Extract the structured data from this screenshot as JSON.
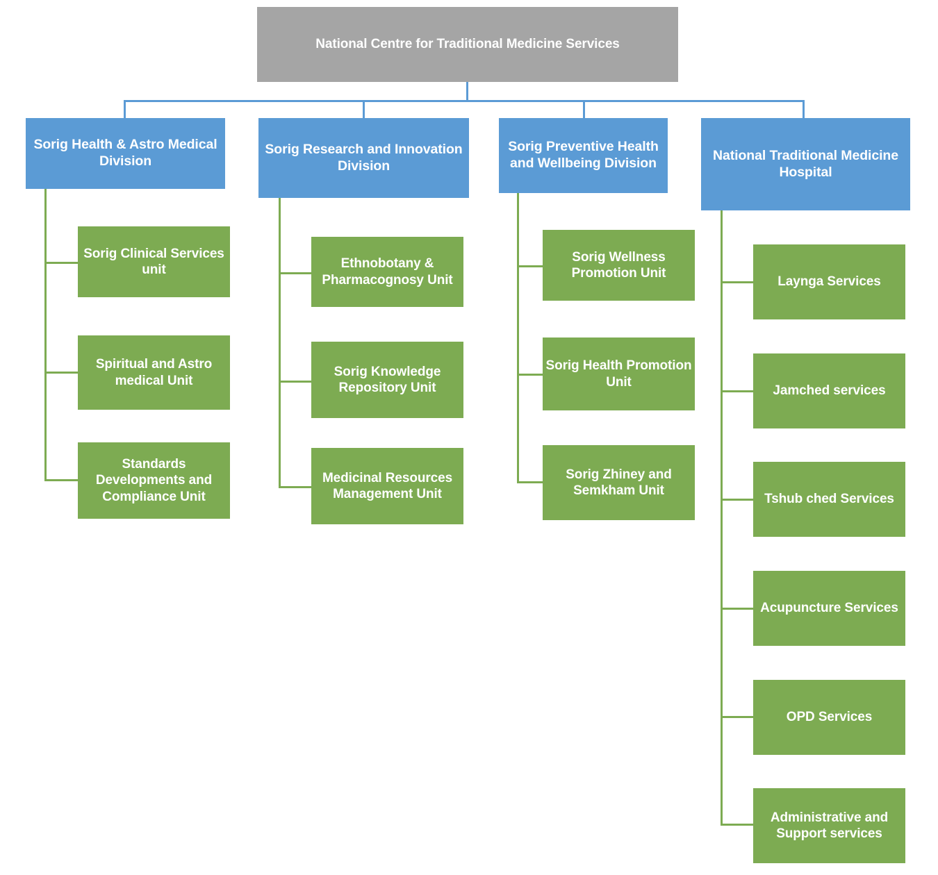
{
  "chart_data": {
    "type": "diagram",
    "diagram_type": "organizational-chart",
    "title": "National Centre for Traditional Medicine Services",
    "levels": 3,
    "colors": {
      "root": "#a5a5a5",
      "division": "#5b9bd5",
      "unit": "#7dab52",
      "text": "#ffffff",
      "background": "#ffffff",
      "connector_blue": "#5b9bd5",
      "connector_green": "#7dab52"
    },
    "nodes": [
      {
        "id": "root",
        "label": "National Centre for Traditional Medicine Services",
        "level": 0,
        "color": "#a5a5a5",
        "children": [
          "div1",
          "div2",
          "div3",
          "div4"
        ]
      },
      {
        "id": "div1",
        "label": "Sorig Health & Astro Medical Division",
        "level": 1,
        "color": "#5b9bd5",
        "children": [
          "u1a",
          "u1b",
          "u1c"
        ]
      },
      {
        "id": "div2",
        "label": "Sorig Research and Innovation Division",
        "level": 1,
        "color": "#5b9bd5",
        "children": [
          "u2a",
          "u2b",
          "u2c"
        ]
      },
      {
        "id": "div3",
        "label": "Sorig Preventive Health and Wellbeing Division",
        "level": 1,
        "color": "#5b9bd5",
        "children": [
          "u3a",
          "u3b",
          "u3c"
        ]
      },
      {
        "id": "div4",
        "label": "National Traditional Medicine Hospital",
        "level": 1,
        "color": "#5b9bd5",
        "children": [
          "u4a",
          "u4b",
          "u4c",
          "u4d",
          "u4e",
          "u4f"
        ]
      },
      {
        "id": "u1a",
        "label": "Sorig Clinical Services unit",
        "level": 2,
        "color": "#7dab52",
        "parent": "div1"
      },
      {
        "id": "u1b",
        "label": "Spiritual and Astro medical Unit",
        "level": 2,
        "color": "#7dab52",
        "parent": "div1"
      },
      {
        "id": "u1c",
        "label": "Standards Developments and Compliance Unit",
        "level": 2,
        "color": "#7dab52",
        "parent": "div1"
      },
      {
        "id": "u2a",
        "label": "Ethnobotany & Pharmacognosy Unit",
        "level": 2,
        "color": "#7dab52",
        "parent": "div2"
      },
      {
        "id": "u2b",
        "label": "Sorig Knowledge Repository Unit",
        "level": 2,
        "color": "#7dab52",
        "parent": "div2"
      },
      {
        "id": "u2c",
        "label": "Medicinal Resources Management  Unit",
        "level": 2,
        "color": "#7dab52",
        "parent": "div2"
      },
      {
        "id": "u3a",
        "label": "Sorig Wellness Promotion Unit",
        "level": 2,
        "color": "#7dab52",
        "parent": "div3"
      },
      {
        "id": "u3b",
        "label": "Sorig Health Promotion Unit",
        "level": 2,
        "color": "#7dab52",
        "parent": "div3"
      },
      {
        "id": "u3c",
        "label": "Sorig Zhiney and Semkham Unit",
        "level": 2,
        "color": "#7dab52",
        "parent": "div3"
      },
      {
        "id": "u4a",
        "label": "Laynga Services",
        "level": 2,
        "color": "#7dab52",
        "parent": "div4"
      },
      {
        "id": "u4b",
        "label": "Jamched services",
        "level": 2,
        "color": "#7dab52",
        "parent": "div4"
      },
      {
        "id": "u4c",
        "label": "Tshub ched Services",
        "level": 2,
        "color": "#7dab52",
        "parent": "div4"
      },
      {
        "id": "u4d",
        "label": "Acupuncture Services",
        "level": 2,
        "color": "#7dab52",
        "parent": "div4"
      },
      {
        "id": "u4e",
        "label": "OPD Services",
        "level": 2,
        "color": "#7dab52",
        "parent": "div4"
      },
      {
        "id": "u4f",
        "label": "Administrative and Support services",
        "level": 2,
        "color": "#7dab52",
        "parent": "div4"
      }
    ]
  },
  "root": {
    "label": "National Centre for Traditional Medicine Services"
  },
  "divisions": [
    {
      "label": "Sorig Health & Astro Medical Division"
    },
    {
      "label": "Sorig Research and Innovation Division"
    },
    {
      "label": "Sorig Preventive Health and Wellbeing Division"
    },
    {
      "label": "National Traditional Medicine Hospital"
    }
  ],
  "column1_units": [
    {
      "label": "Sorig Clinical Services unit"
    },
    {
      "label": "Spiritual and Astro medical Unit"
    },
    {
      "label": "Standards Developments and Compliance Unit"
    }
  ],
  "column2_units": [
    {
      "label": "Ethnobotany & Pharmacognosy Unit"
    },
    {
      "label": "Sorig Knowledge Repository Unit"
    },
    {
      "label": "Medicinal Resources Management  Unit"
    }
  ],
  "column3_units": [
    {
      "label": "Sorig Wellness Promotion Unit"
    },
    {
      "label": "Sorig Health Promotion Unit"
    },
    {
      "label": "Sorig Zhiney and Semkham Unit"
    }
  ],
  "column4_units": [
    {
      "label": "Laynga Services"
    },
    {
      "label": "Jamched services"
    },
    {
      "label": "Tshub ched Services"
    },
    {
      "label": "Acupuncture Services"
    },
    {
      "label": "OPD Services"
    },
    {
      "label": "Administrative and Support services"
    }
  ]
}
